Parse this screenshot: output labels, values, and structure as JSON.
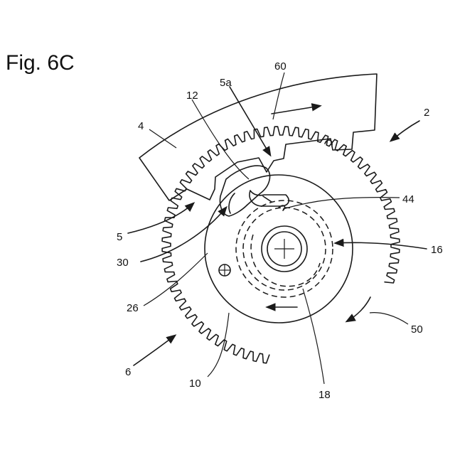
{
  "figure": {
    "title": "Fig. 6C",
    "labels": {
      "l60": "60",
      "l5a": "5a",
      "l12": "12",
      "l2": "2",
      "l4": "4",
      "l44": "44",
      "l16": "16",
      "l5": "5",
      "l30": "30",
      "l26": "26",
      "l50": "50",
      "l6": "6",
      "l10": "10",
      "l18": "18"
    }
  }
}
